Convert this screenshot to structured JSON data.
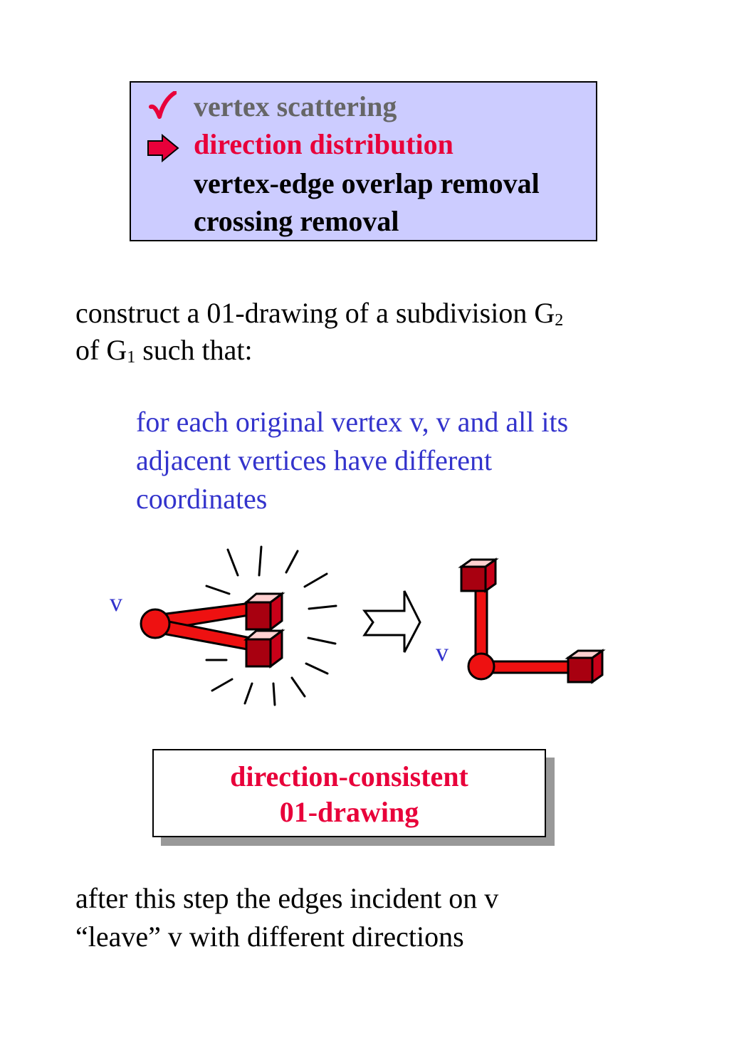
{
  "steps": {
    "done": "vertex scattering",
    "current": "direction distribution",
    "todo": [
      "vertex-edge overlap removal",
      "crossing removal"
    ],
    "icons": {
      "done": "check-mark-icon",
      "current": "right-arrow-icon"
    }
  },
  "intro": {
    "line1_a": "construct a 01-drawing of a subdivision G",
    "line1_sub": "2",
    "line2_a": "of G",
    "line2_sub": "1",
    "line2_b": " such that:"
  },
  "condition": [
    "for each original vertex v, v and all its",
    "adjacent vertices have different",
    "coordinates"
  ],
  "diagram": {
    "vertex_label_before": "v",
    "vertex_label_after": "v"
  },
  "result": {
    "line1": "direction-consistent",
    "line2": "01-drawing"
  },
  "outro": [
    "after this step the edges incident on v",
    "“leave” v with different directions"
  ],
  "colors": {
    "accent_red": "#e8003a",
    "box_fill": "#ccccff",
    "condition_blue": "#3333cc",
    "done_gray": "#666666",
    "vertex_red": "#ee1111",
    "cube_dark": "#a80010"
  }
}
